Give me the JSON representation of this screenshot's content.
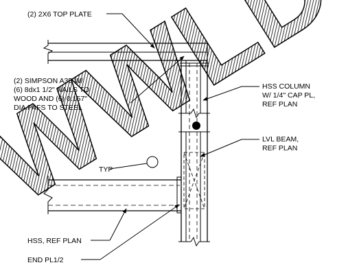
{
  "labels": {
    "top_plate": "(2) 2X6 TOP PLATE",
    "simpson_1": "(2) SIMPSON A35 W/",
    "simpson_2": "(6) 8dx1 1/2\" NAILS TO",
    "simpson_3": "WOOD AND (6) 0.157\"",
    "simpson_4": "DIA PAFS TO STEEL",
    "hss_column_1": "HSS COLUMN",
    "hss_column_2": "W/ 1/4\" CAP PL,",
    "hss_column_3": "REF PLAN",
    "lvl_beam_1": "LVL BEAM,",
    "lvl_beam_2": "REF PLAN",
    "hss_ref": "HSS, REF PLAN",
    "end_pl": "END PL1/2",
    "weld_tag": "TYP"
  },
  "watermark": {
    "text": "WWLD",
    "color": "#000000"
  },
  "colors": {
    "line": "#000000",
    "background": "#ffffff"
  }
}
